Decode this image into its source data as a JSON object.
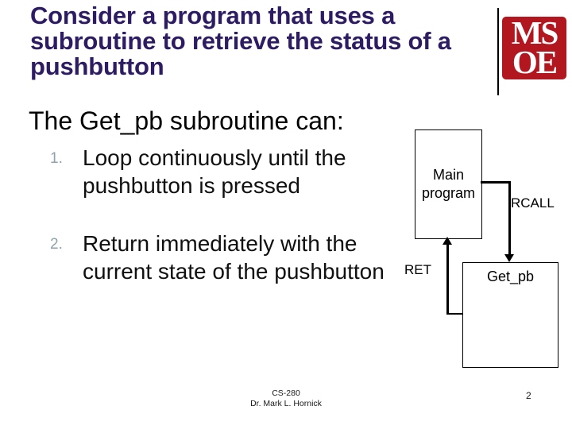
{
  "slide": {
    "title": "Consider a program that uses a subroutine to retrieve the status of a pushbutton",
    "subtitle": "The Get_pb subroutine can:",
    "list": [
      {
        "number": "1.",
        "text": "Loop continuously until the pushbutton is pressed"
      },
      {
        "number": "2.",
        "text": "Return immediately with the current state of the pushbutton"
      }
    ]
  },
  "logo": {
    "line1": "MS",
    "line2": "OE",
    "bg_color": "#b2161f",
    "text_color": "#ffffff"
  },
  "diagram": {
    "main_box_label": "Main program",
    "sub_box_label": "Get_pb",
    "call_label": "RCALL",
    "return_label": "RET"
  },
  "footer": {
    "course": "CS-280",
    "author": "Dr. Mark L. Hornick",
    "page_number": "2"
  },
  "colors": {
    "title_text": "#2d1b63",
    "list_number": "#8da3ab",
    "body_text": "#101010",
    "diagram_line": "#000000",
    "background": "#ffffff"
  }
}
